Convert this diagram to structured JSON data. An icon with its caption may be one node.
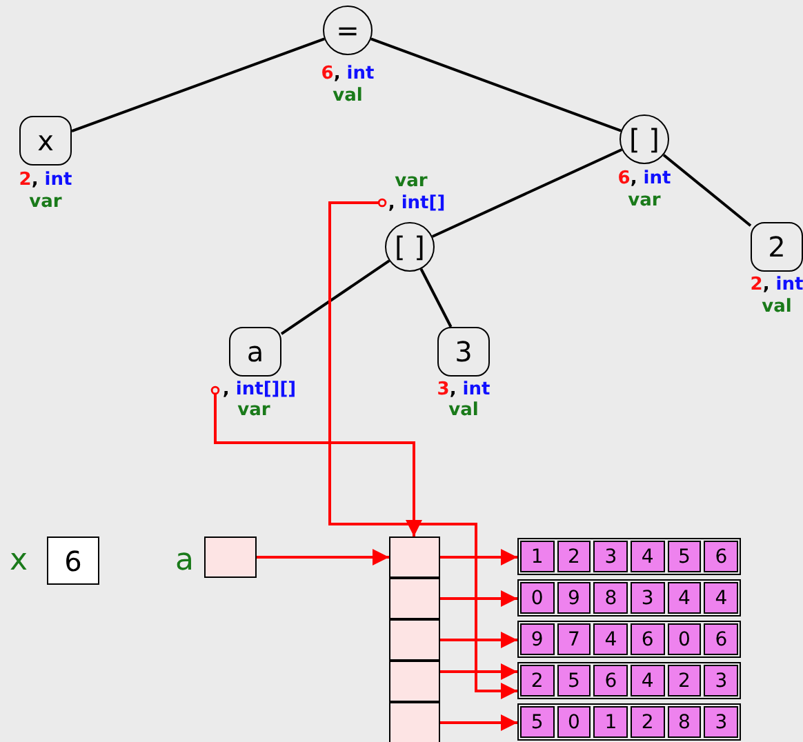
{
  "diagram": {
    "nodes": [
      {
        "text": [
          "="
        ],
        "beside": [
          "6, int",
          "val"
        ]
      },
      {
        "text": [
          "x"
        ],
        "beside": [
          "2, int",
          "var"
        ]
      },
      {
        "text": [
          "[ ]"
        ],
        "beside": [
          "6, int",
          "var"
        ]
      },
      {
        "text": [
          "[ ]"
        ],
        "beside": [
          "var",
          ", int[]"
        ]
      },
      {
        "text": [
          "2"
        ],
        "beside": [
          "2, int",
          "val"
        ]
      },
      {
        "text": [
          "a"
        ],
        "beside": [
          ", int[][]",
          "var"
        ]
      },
      {
        "text": [
          "3"
        ],
        "beside": [
          "3, int",
          "val"
        ]
      },
      {
        "text": [
          "6"
        ],
        "beside": [
          "x"
        ]
      },
      {
        "text": [],
        "shape": "box",
        "beside": [
          "a"
        ]
      },
      {
        "text": [],
        "shape": "box"
      },
      {
        "text": [],
        "shape": "box"
      },
      {
        "text": [],
        "shape": "box"
      },
      {
        "text": [],
        "shape": "box"
      },
      {
        "text": [],
        "shape": "box"
      },
      {
        "text": [
          "1",
          "2",
          "3",
          "4",
          "5",
          "6"
        ]
      },
      {
        "text": [
          "0",
          "9",
          "8",
          "3",
          "4",
          "4"
        ]
      },
      {
        "text": [
          "9",
          "7",
          "4",
          "6",
          "0",
          "6"
        ]
      },
      {
        "text": [
          "2",
          "5",
          "6",
          "4",
          "2",
          "3"
        ]
      },
      {
        "text": [
          "5",
          "0",
          "1",
          "2",
          "8",
          "3"
        ]
      }
    ],
    "edges": [
      {
        "from": 0,
        "to": 1,
        "arrow": "none",
        "color": "#000000"
      },
      {
        "from": 0,
        "to": 2,
        "arrow": "none",
        "color": "#000000"
      },
      {
        "from": 2,
        "to": 3,
        "arrow": "none",
        "color": "#000000"
      },
      {
        "from": 2,
        "to": 4,
        "arrow": "none",
        "color": "#000000"
      },
      {
        "from": 3,
        "to": 5,
        "arrow": "none",
        "color": "#000000"
      },
      {
        "from": 3,
        "to": 6,
        "arrow": "none",
        "color": "#000000"
      },
      {
        "from": 5,
        "to": 9,
        "arrow": "to"
      },
      {
        "from": 3,
        "to": 17,
        "arrow": "to"
      },
      {
        "from": 8,
        "to": 9,
        "arrow": "to"
      },
      {
        "from": 9,
        "to": 14,
        "arrow": "to"
      },
      {
        "from": 10,
        "to": 15,
        "arrow": "to"
      },
      {
        "from": 11,
        "to": 16,
        "arrow": "to"
      },
      {
        "from": 12,
        "to": 17,
        "arrow": "to"
      },
      {
        "from": 13,
        "to": 18,
        "arrow": "to"
      }
    ]
  }
}
